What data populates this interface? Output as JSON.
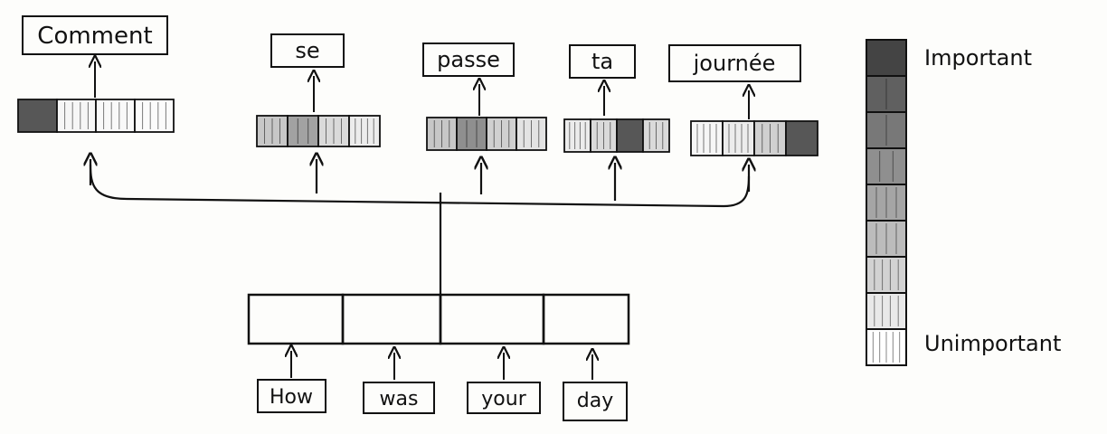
{
  "input_words": [
    "How",
    "was",
    "your",
    "day"
  ],
  "output_words": [
    {
      "word": "Comment",
      "attention": [
        0.9,
        0.05,
        0.03,
        0.02
      ]
    },
    {
      "word": "se",
      "attention": [
        0.3,
        0.5,
        0.2,
        0.1
      ]
    },
    {
      "word": "passe",
      "attention": [
        0.3,
        0.6,
        0.25,
        0.15
      ]
    },
    {
      "word": "ta",
      "attention": [
        0.1,
        0.2,
        0.9,
        0.2
      ]
    },
    {
      "word": "journée",
      "attention": [
        0.05,
        0.1,
        0.25,
        0.9
      ]
    }
  ],
  "legend": {
    "top_label": "Important",
    "bottom_label": "Unimportant",
    "levels": [
      1.0,
      0.85,
      0.72,
      0.6,
      0.48,
      0.36,
      0.24,
      0.12,
      0.0
    ]
  },
  "colors": {
    "ink": "#111111",
    "dark_cell": "#444444"
  }
}
